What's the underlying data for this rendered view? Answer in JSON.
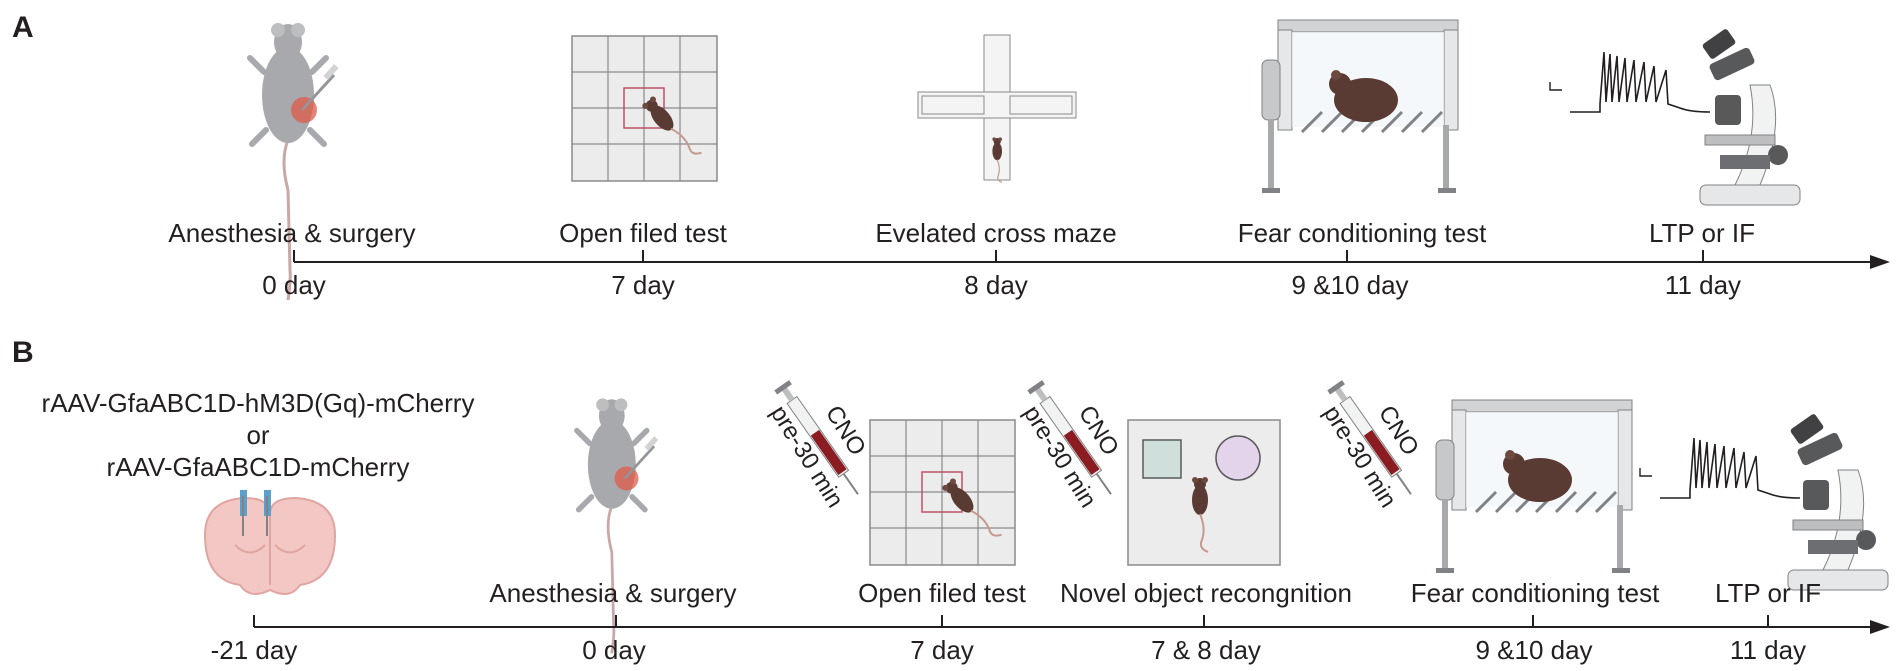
{
  "panels": [
    {
      "letter": "A",
      "events": [
        {
          "label": "Anesthesia & surgery",
          "day": "0 day"
        },
        {
          "label": "Open filed test",
          "day": "7 day"
        },
        {
          "label": "Evelated cross maze",
          "day": "8 day"
        },
        {
          "label": "Fear conditioning test",
          "day": "9 &10 day"
        },
        {
          "label": "LTP or IF",
          "day": "11 day"
        }
      ]
    },
    {
      "letter": "B",
      "virus_lines": [
        "rAAV-GfaABC1D-hM3D(Gq)-mCherry",
        "or",
        "rAAV-GfaABC1D-mCherry"
      ],
      "injection": {
        "drug": "CNO",
        "timing": "pre-30 min"
      },
      "events": [
        {
          "label": "",
          "day": "-21 day"
        },
        {
          "label": "Anesthesia & surgery",
          "day": "0 day"
        },
        {
          "label": "Open filed test",
          "day": "7 day"
        },
        {
          "label": "Novel object recongnition",
          "day": "7 & 8 day"
        },
        {
          "label": "Fear conditioning test",
          "day": "9 &10 day"
        },
        {
          "label": "LTP or IF",
          "day": "11 day"
        }
      ]
    }
  ],
  "icons": [
    "mouse-surgery-icon",
    "open-field-arena-icon",
    "cross-maze-icon",
    "fear-chamber-icon",
    "electrophysiology-trace-icon",
    "microscope-icon",
    "syringe-icon",
    "brain-section-icon",
    "novel-object-arena-icon"
  ],
  "colors": {
    "ink": "#231f20",
    "mouse_grey": "#a7a9ac",
    "mouse_brown": "#5a3b33",
    "blood": "#b3262d"
  }
}
